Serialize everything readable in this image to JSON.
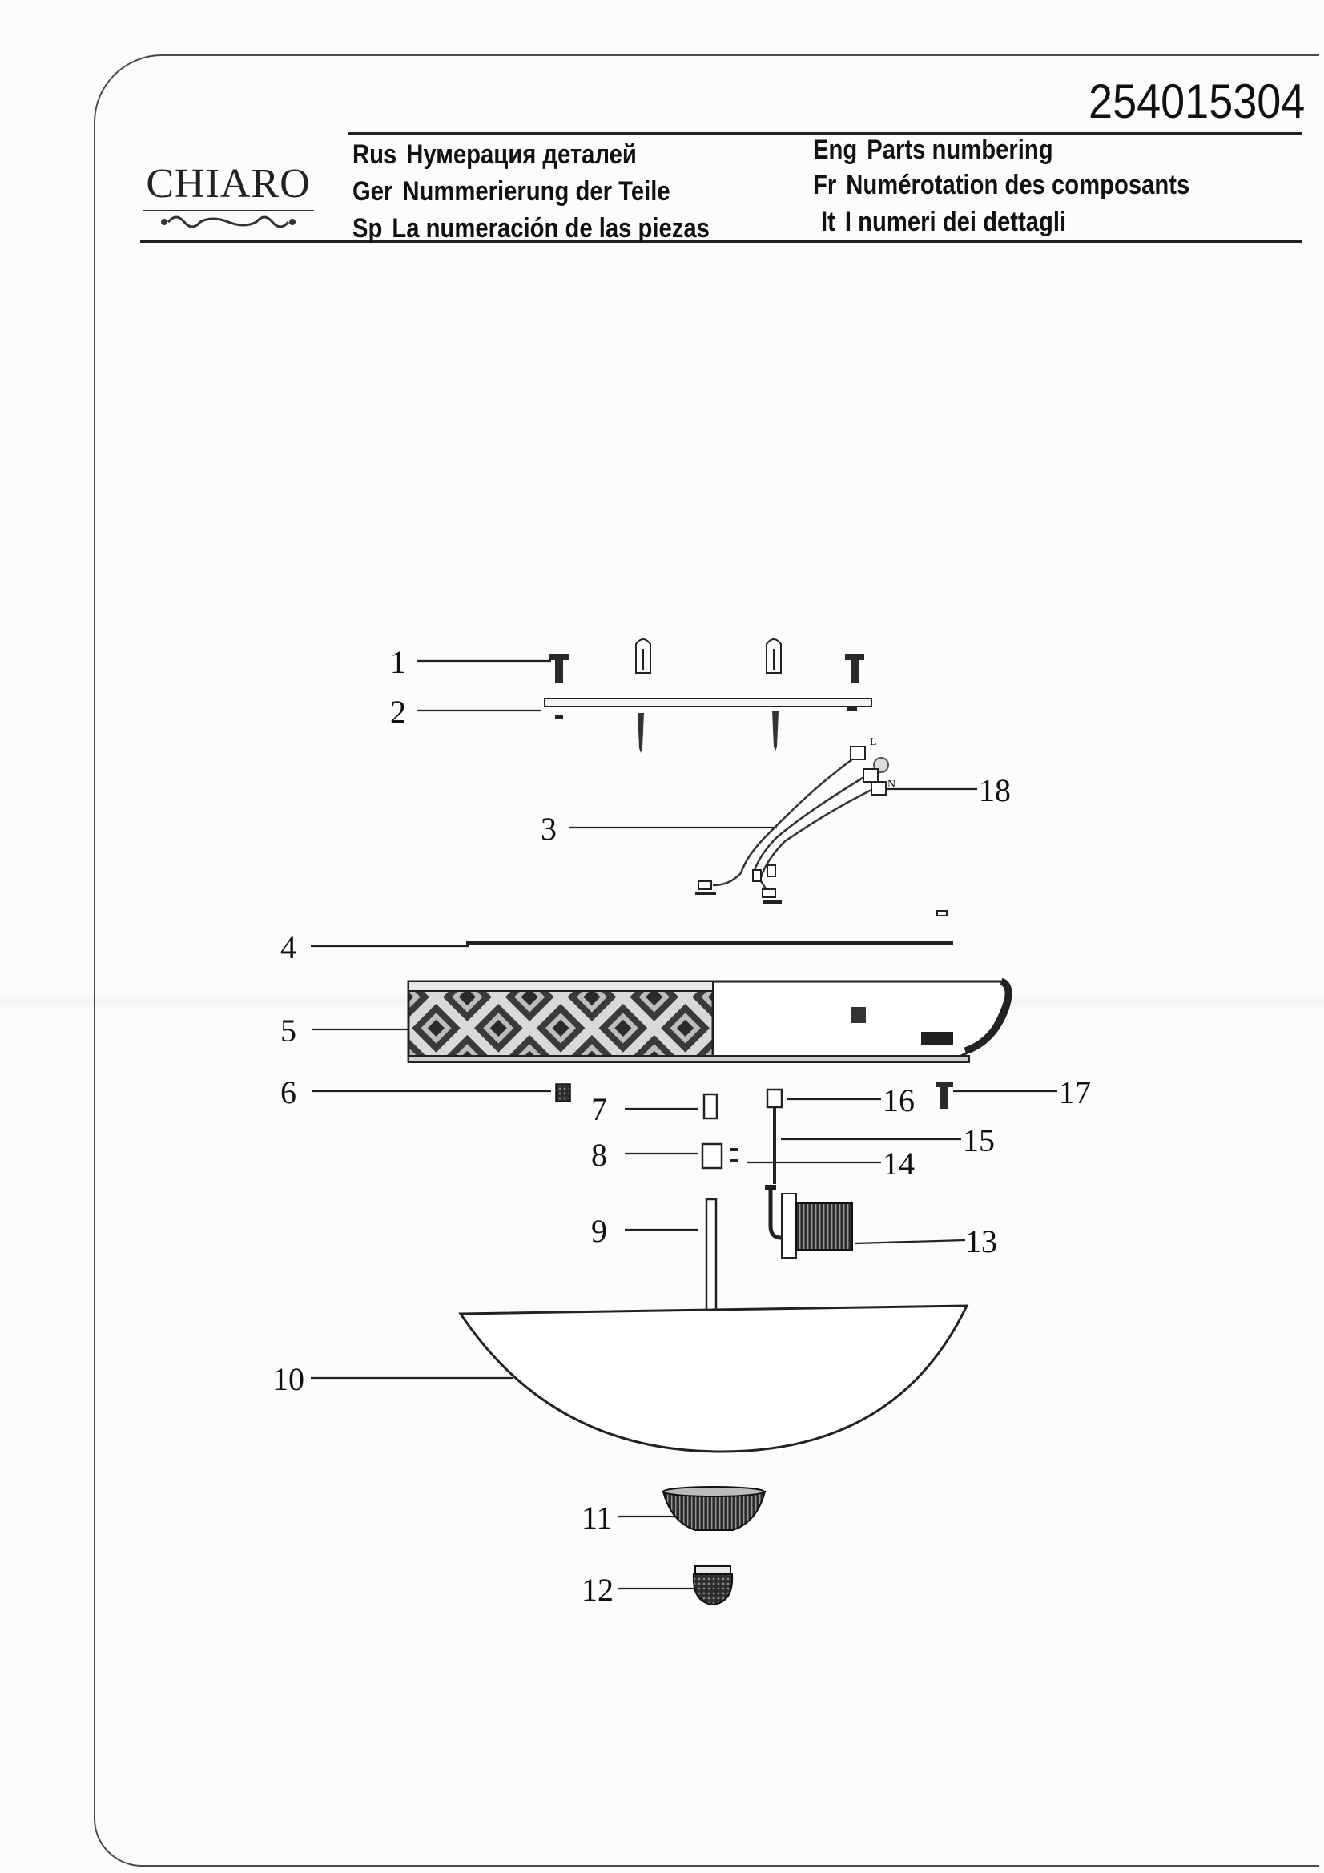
{
  "document": {
    "number": "254015304",
    "brand": "CHIARO"
  },
  "headers": [
    {
      "code": "Rus",
      "text": "Нумерация деталей"
    },
    {
      "code": "Ger",
      "text": "Nummerierung der Teile"
    },
    {
      "code": "Sp",
      "text": "La numeración de las piezas"
    },
    {
      "code": "Eng",
      "text": "Parts numbering"
    },
    {
      "code": "Fr",
      "text": "Numérotation des composants"
    },
    {
      "code": "It",
      "text": "I numeri dei dettagli"
    }
  ],
  "wire_marks": {
    "live": "L",
    "neutral": "N"
  },
  "parts": [
    {
      "number": "1"
    },
    {
      "number": "2"
    },
    {
      "number": "3"
    },
    {
      "number": "4"
    },
    {
      "number": "5"
    },
    {
      "number": "6"
    },
    {
      "number": "7"
    },
    {
      "number": "8"
    },
    {
      "number": "9"
    },
    {
      "number": "10"
    },
    {
      "number": "11"
    },
    {
      "number": "12"
    },
    {
      "number": "13"
    },
    {
      "number": "14"
    },
    {
      "number": "15"
    },
    {
      "number": "16"
    },
    {
      "number": "17"
    },
    {
      "number": "18"
    }
  ],
  "colors": {
    "ink": "#111111",
    "line": "#333333",
    "paper": "#fcfcfd"
  }
}
